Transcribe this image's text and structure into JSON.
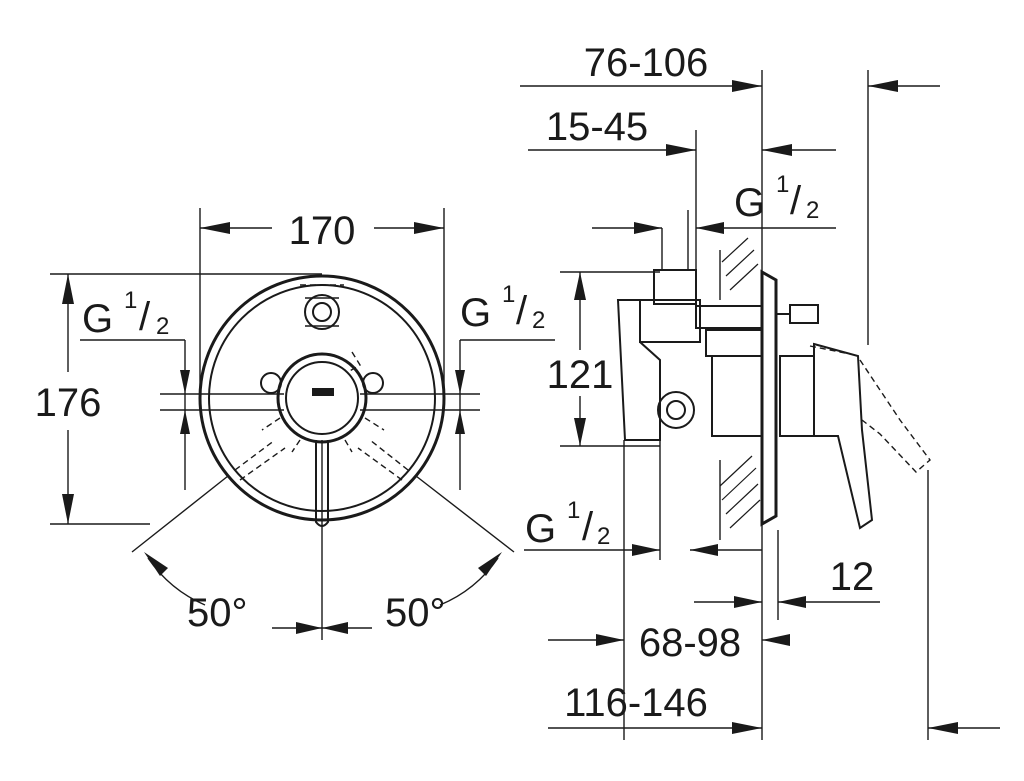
{
  "front_view": {
    "width_label": "170",
    "height_label": "176",
    "thread_left": {
      "main": "G",
      "num": "1",
      "slash": "/",
      "den": "2"
    },
    "thread_right": {
      "main": "G",
      "num": "1",
      "slash": "/",
      "den": "2"
    },
    "angle_left": "50°",
    "angle_right": "50°"
  },
  "side_view": {
    "dim_top": "76-106",
    "dim_second": "15-45",
    "dim_height": "121",
    "dim_12": "12",
    "dim_68_98": "68-98",
    "dim_116_146": "116-146",
    "thread_top": {
      "main": "G",
      "num": "1",
      "slash": "/",
      "den": "2"
    },
    "thread_bottom": {
      "main": "G",
      "num": "1",
      "slash": "/",
      "den": "2"
    }
  }
}
